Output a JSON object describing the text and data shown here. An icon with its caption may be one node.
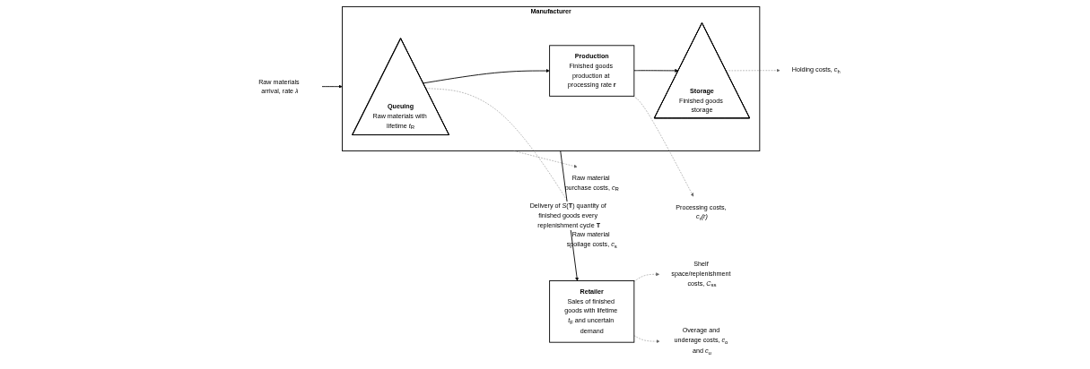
{
  "diagram": {
    "nodes": [
      {
        "text": [
          "Manufacturer"
        ]
      },
      {
        "text": [
          "Raw materials arrival, rate *λ*"
        ]
      },
      {
        "text": [
          "Queuing",
          "Raw materials with lifetime *t*$_{R}$"
        ],
        "in": 0
      },
      {
        "text": [
          "Production",
          "Finished goods production at processing rate **r**"
        ],
        "in": 0
      },
      {
        "text": [
          "Storage",
          "Finished goods storage"
        ],
        "in": 0
      },
      {
        "text": [
          "Retailer",
          "Sales of finished goods with lifetime *t*$_{F}$ and uncertain demand"
        ]
      },
      {
        "text": [
          "Raw material purchase costs, *c*$_{R}$"
        ]
      },
      {
        "text": [
          "Raw material spoilage costs, *c*$_{s}$"
        ]
      },
      {
        "text": [
          "Processing costs, *c*$_{r}$*(r)*"
        ]
      },
      {
        "text": [
          "Holding costs, *c*$_{h}$"
        ]
      },
      {
        "text": [
          "Shelf space/replenishment costs, *C*$_{ss}$"
        ]
      },
      {
        "text": [
          "Overage and underage costs, *c*$_{o}$ and *c*$_{u}$"
        ]
      }
    ],
    "edges": [
      {
        "from": 1,
        "to": 0,
        "arrow": "to",
        "color": "#000000"
      },
      {
        "from": 2,
        "to": 3,
        "arrow": "to",
        "color": "#000000"
      },
      {
        "from": 3,
        "to": 4,
        "arrow": "to",
        "color": "#000000"
      },
      {
        "from": 0,
        "to": 5,
        "arrow": "to",
        "label": "Delivery of *S*(**T**) quantity of finished goods every replenishment cycle **T**",
        "color": "#000000"
      },
      {
        "from": 0,
        "to": 6,
        "arrow": "to",
        "style": "dashed"
      },
      {
        "from": 2,
        "to": 7,
        "arrow": "to",
        "style": "dashed"
      },
      {
        "from": 3,
        "to": 8,
        "arrow": "to",
        "style": "dashed"
      },
      {
        "from": 4,
        "to": 9,
        "arrow": "to",
        "style": "dashed"
      },
      {
        "from": 5,
        "to": 10,
        "arrow": "to",
        "style": "dashed"
      },
      {
        "from": 5,
        "to": 11,
        "arrow": "to",
        "style": "dashed"
      }
    ]
  }
}
